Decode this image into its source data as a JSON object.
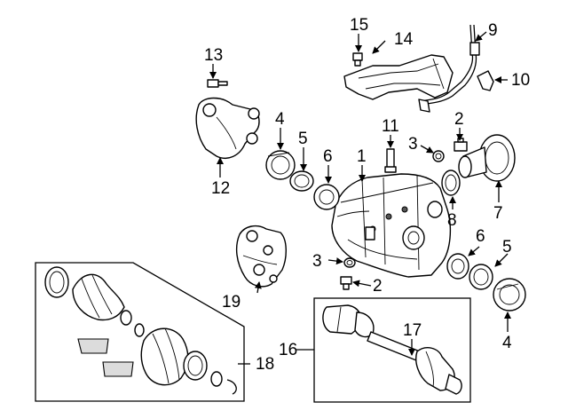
{
  "callouts": {
    "c1": "1",
    "c2a": "2",
    "c2b": "2",
    "c3a": "3",
    "c3b": "3",
    "c4a": "4",
    "c4b": "4",
    "c5a": "5",
    "c5b": "5",
    "c6a": "6",
    "c6b": "6",
    "c7": "7",
    "c8": "8",
    "c9": "9",
    "c10": "10",
    "c11": "11",
    "c12": "12",
    "c13": "13",
    "c14": "14",
    "c15": "15",
    "c16": "16",
    "c17": "17",
    "c18": "18",
    "c19": "19"
  }
}
